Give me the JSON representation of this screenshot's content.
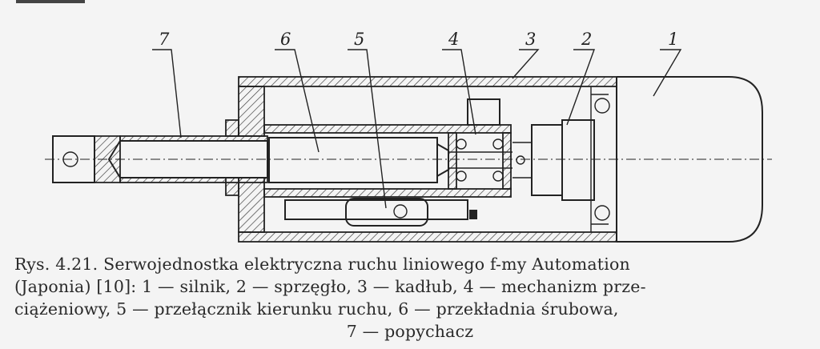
{
  "callouts": [
    "1",
    "2",
    "3",
    "4",
    "5",
    "6",
    "7"
  ],
  "caption": {
    "line1": "Rys. 4.21. Serwojednostka elektryczna ruchu liniowego f-my Automation",
    "line2": "(Japonia) [10]: 1 — silnik, 2 — sprzęgło, 3 — kadłub, 4 — mechanizm prze-",
    "line3": "ciążeniowy, 5 — przełącznik kierunku ruchu, 6 — przekładnia śrubowa,",
    "line4": "7 — popychacz"
  }
}
